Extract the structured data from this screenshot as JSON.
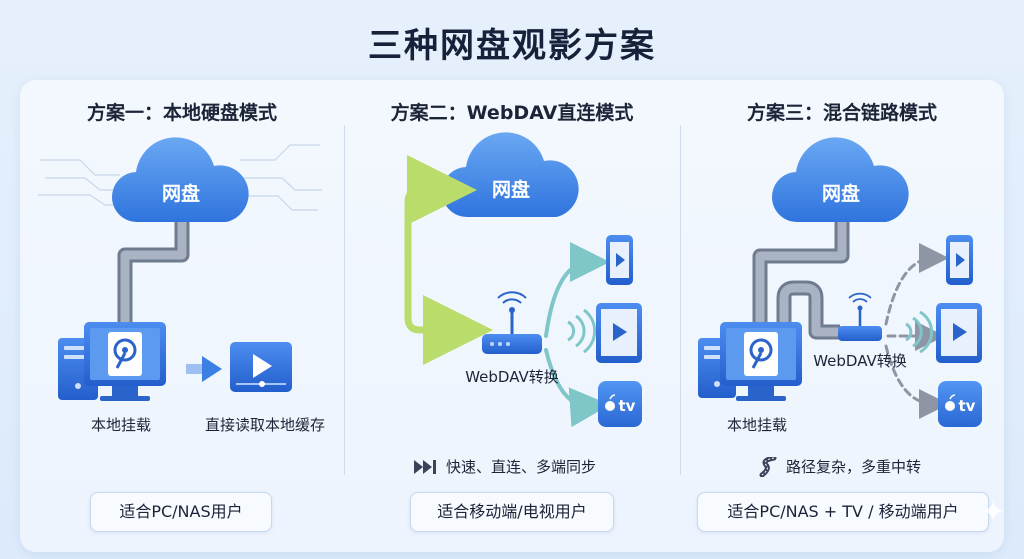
{
  "page": {
    "title": "三种网盘观影方案"
  },
  "schemes": [
    {
      "title": "方案一：本地硬盘模式",
      "cloud_label": "网盘",
      "pc_label": "本地挂载",
      "player_label": "直接读取本地缓存",
      "audience": "适合PC/NAS用户"
    },
    {
      "title": "方案二：WebDAV直连模式",
      "cloud_label": "网盘",
      "router_label": "WebDAV转换",
      "feature": "快速、直连、多端同步",
      "feature_icon": "fast-forward-icon",
      "audience": "适合移动端/电视用户"
    },
    {
      "title": "方案三：混合链路模式",
      "cloud_label": "网盘",
      "router_label": "WebDAV转换",
      "pc_label": "本地挂载",
      "feature": "路径复杂，多重中转",
      "feature_icon": "winding-road-icon",
      "audience": "适合PC/NAS + TV / 移动端用户"
    }
  ],
  "appletv": {
    "label": "tv"
  },
  "colors": {
    "cloud": "#3a86e8",
    "pipe": "#8e9aae",
    "device": "#2d6fd6",
    "green_arrow": "#b9dc6a",
    "teal_arrow": "#7fc6c8",
    "gray_arrow": "#8e96a5"
  }
}
